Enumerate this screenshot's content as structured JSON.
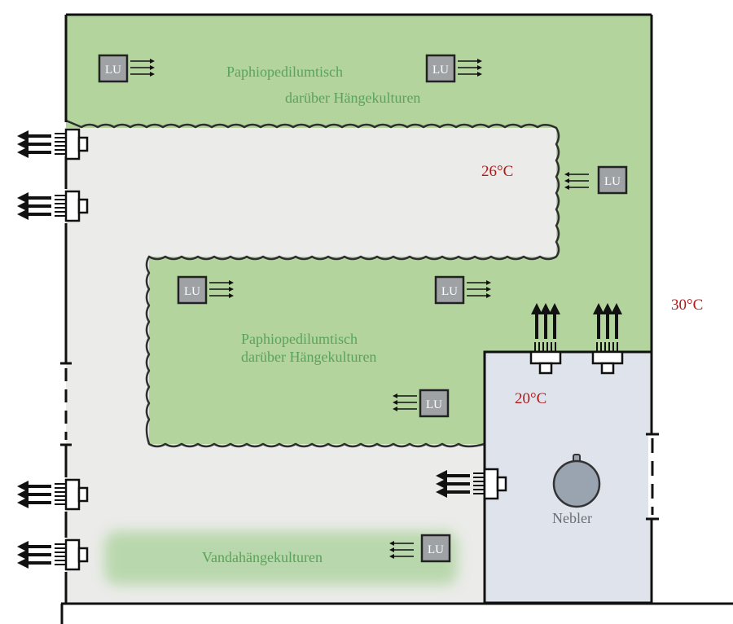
{
  "labels": {
    "top_table_line1": "Paphiopedilumtisch",
    "top_table_line2": "darüber Hängekulturen",
    "mid_table_line1": "Paphiopedilumtisch",
    "mid_table_line2": "darüber Hängekulturen",
    "vanda": "Vandahängekulturen",
    "nebler": "Nebler"
  },
  "temperatures": {
    "inner_aisle": "26°C",
    "outside": "30°C",
    "room": "20°C"
  },
  "unit_label": "LU",
  "colors": {
    "table_green": "#b3d49c",
    "aisle_grey": "#ebebe9",
    "room_blue": "#dfe3ec",
    "text_green": "#5aa35a",
    "temp_red": "#b01818",
    "unit_grey": "#9fa2a5"
  }
}
